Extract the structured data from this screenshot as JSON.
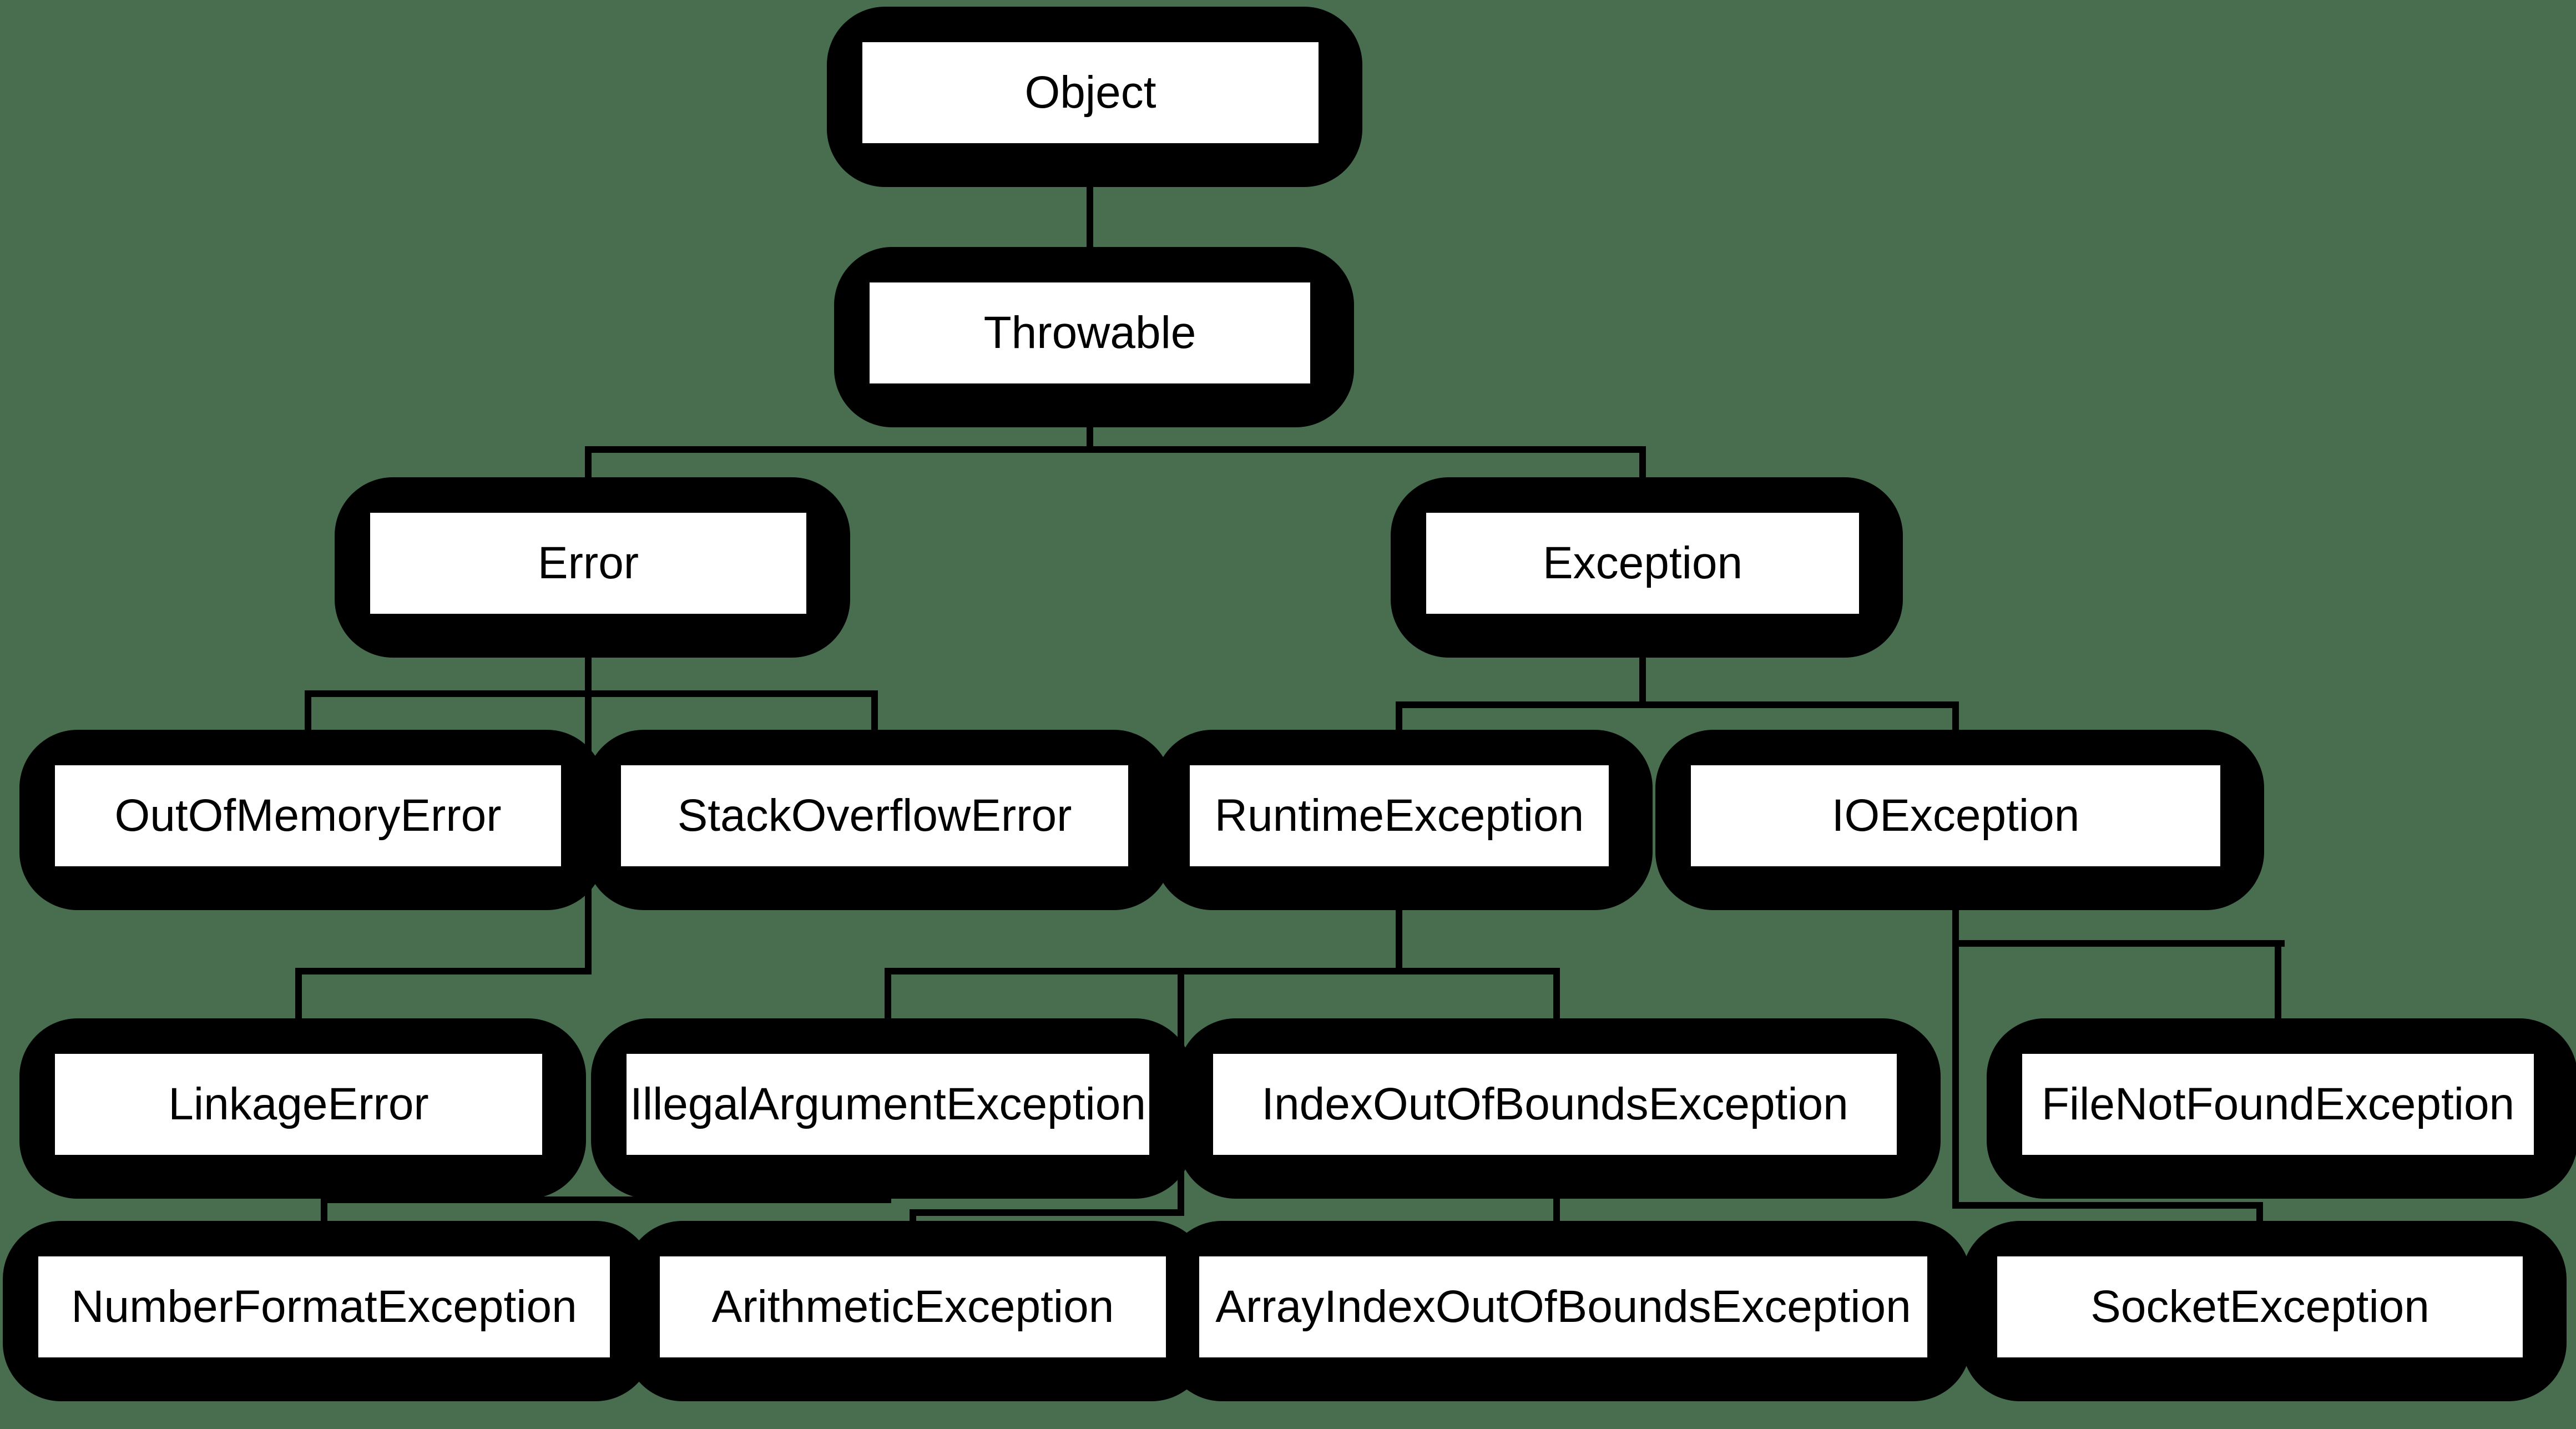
{
  "diagram": {
    "background_color": "#486E4F",
    "node_fill_color": "#FFFFFF",
    "node_border_color": "#000000",
    "connector_color": "#000000",
    "shadow_color": "#000000",
    "nodes": [
      {
        "id": "object",
        "label": "Object"
      },
      {
        "id": "throwable",
        "label": "Throwable"
      },
      {
        "id": "error",
        "label": "Error"
      },
      {
        "id": "exception",
        "label": "Exception"
      },
      {
        "id": "out-of-memory-error",
        "label": "OutOfMemoryError"
      },
      {
        "id": "stack-overflow-error",
        "label": "StackOverflowError"
      },
      {
        "id": "runtime-exception",
        "label": "RuntimeException"
      },
      {
        "id": "io-exception",
        "label": "IOException"
      },
      {
        "id": "linkage-error",
        "label": "LinkageError"
      },
      {
        "id": "illegal-argument-exception",
        "label": "IllegalArgumentException"
      },
      {
        "id": "index-out-of-bounds-exception",
        "label": "IndexOutOfBoundsException"
      },
      {
        "id": "file-not-found-exception",
        "label": "FileNotFoundException"
      },
      {
        "id": "number-format-exception",
        "label": "NumberFormatException"
      },
      {
        "id": "arithmetic-exception",
        "label": "ArithmeticException"
      },
      {
        "id": "array-index-out-of-bounds-exception",
        "label": "ArrayIndexOutOfBoundsException"
      },
      {
        "id": "socket-exception",
        "label": "SocketException"
      }
    ],
    "edges": [
      {
        "from": "Object",
        "to": "Throwable"
      },
      {
        "from": "Throwable",
        "to": "Error"
      },
      {
        "from": "Throwable",
        "to": "Exception"
      },
      {
        "from": "Error",
        "to": "OutOfMemoryError"
      },
      {
        "from": "Error",
        "to": "StackOverflowError"
      },
      {
        "from": "Error",
        "to": "LinkageError"
      },
      {
        "from": "Exception",
        "to": "RuntimeException"
      },
      {
        "from": "Exception",
        "to": "IOException"
      },
      {
        "from": "RuntimeException",
        "to": "IllegalArgumentException"
      },
      {
        "from": "RuntimeException",
        "to": "IndexOutOfBoundsException"
      },
      {
        "from": "RuntimeException",
        "to": "ArithmeticException"
      },
      {
        "from": "IllegalArgumentException",
        "to": "NumberFormatException"
      },
      {
        "from": "IndexOutOfBoundsException",
        "to": "ArrayIndexOutOfBoundsException"
      },
      {
        "from": "IOException",
        "to": "FileNotFoundException"
      },
      {
        "from": "IOException",
        "to": "SocketException"
      }
    ]
  }
}
